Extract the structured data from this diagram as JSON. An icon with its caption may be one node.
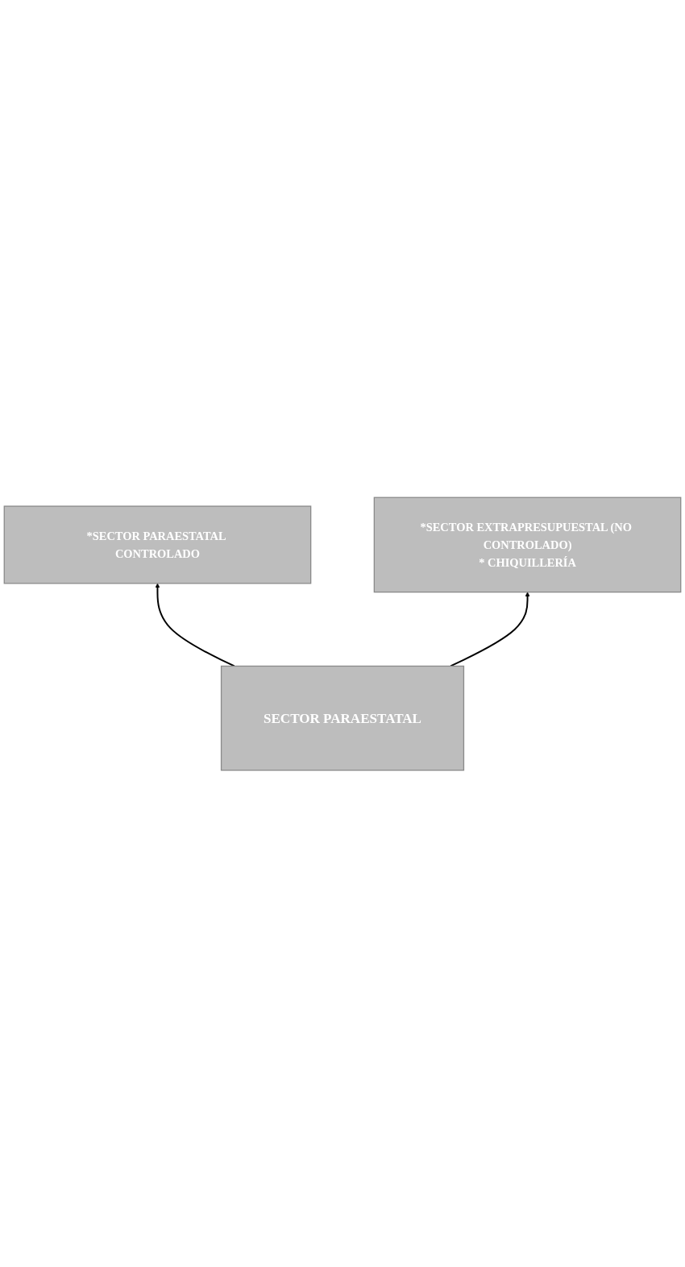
{
  "diagram": {
    "nodes": [
      {
        "text": [
          "SECTOR PARAESTATAL"
        ]
      },
      {
        "text": [
          "*SECTOR PARAESTATAL CONTROLADO"
        ]
      },
      {
        "text": [
          "*SECTOR EXTRAPRESUPUESTAL (NO CONTROLADO)",
          "* CHIQUILLERÍA"
        ]
      }
    ],
    "edges": [
      {
        "from": 0,
        "to": 1,
        "arrow": "to"
      },
      {
        "from": 0,
        "to": 2,
        "arrow": "to"
      }
    ]
  }
}
